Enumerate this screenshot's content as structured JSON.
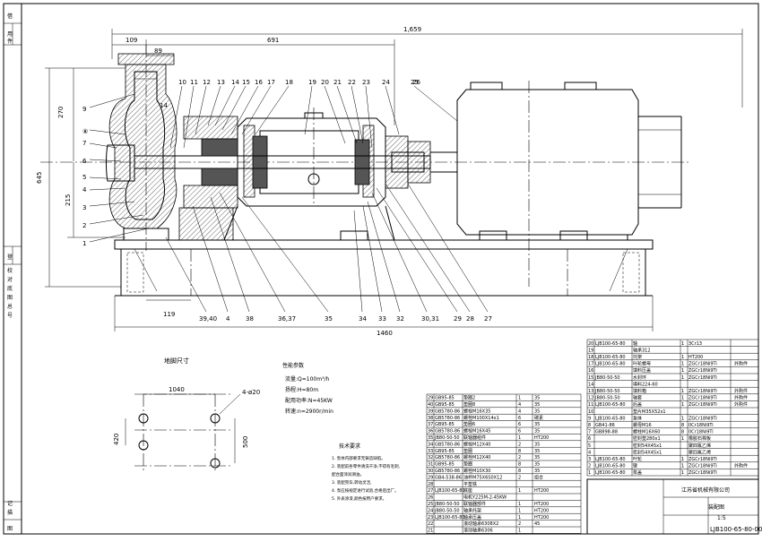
{
  "dimensions": {
    "overall_length": "1,659",
    "d109": "109",
    "d691": "691",
    "d89": "89",
    "d14": "14",
    "d270": "270",
    "d645": "645",
    "d215": "215",
    "d119": "119",
    "d1460": "1460",
    "found_1040": "1040",
    "found_420": "420",
    "found_500": "500",
    "found_holes": "4-ø20"
  },
  "callouts_top": [
    "10",
    "11",
    "12",
    "13",
    "14",
    "15",
    "16",
    "17",
    "18",
    "19",
    "20",
    "21",
    "22",
    "23",
    "24",
    "25",
    "26"
  ],
  "callouts_left": [
    "9",
    "⑧",
    "7",
    "6",
    "5",
    "4",
    "3",
    "2",
    "1"
  ],
  "callouts_bottom": [
    "39,40",
    "4",
    "38",
    "36,37",
    "35",
    "34",
    "33",
    "32",
    "30,31",
    "29",
    "28",
    "27"
  ],
  "titles": {
    "foundation": "地脚尺寸",
    "performance": "性能参数",
    "tech": "技术要求"
  },
  "performance": [
    "流量:Q=100m³/h",
    "扬程:H=80m",
    "配用功率:N=45KW",
    "转速:n=2900r/min"
  ],
  "tech_notes": [
    "1. 泵体内部要求无铸造缺陷。",
    "2. 装配前各零件清洗干净,不得有毛刺,",
    "   配合面涂润滑油。",
    "3. 装配完毕,转动灵活,",
    "4. 泵应按规定进行试验,合格后出厂。",
    "5. 外表涂漆,颜色按用户要求。"
  ],
  "bom_left": [
    {
      "no": "29",
      "code": "GB95-85",
      "name": "垫圈2",
      "qty": "1",
      "mat": "35"
    },
    {
      "no": "40",
      "code": "GB95-85",
      "name": "垫圈8",
      "qty": "4",
      "mat": "35"
    },
    {
      "no": "39",
      "code": "GB5780-86",
      "name": "螺栓M16X35",
      "qty": "4",
      "mat": "35"
    },
    {
      "no": "38",
      "code": "GB5780-86",
      "name": "螺栓M100X14x1",
      "qty": "6",
      "mat": "碳素"
    },
    {
      "no": "37",
      "code": "GB95-85",
      "name": "垫圈6",
      "qty": "6",
      "mat": "35"
    },
    {
      "no": "36",
      "code": "GB5780-86",
      "name": "螺栓M16X45",
      "qty": "6",
      "mat": "35"
    },
    {
      "no": "35",
      "code": "JB80-50-50",
      "name": "联轴器组件",
      "qty": "1",
      "mat": "HT200"
    },
    {
      "no": "34",
      "code": "GB5780-86",
      "name": "螺栓M12X40",
      "qty": "2",
      "mat": "35"
    },
    {
      "no": "33",
      "code": "GB95-85",
      "name": "垫圈",
      "qty": "8",
      "mat": "35"
    },
    {
      "no": "32",
      "code": "GB5780-86",
      "name": "螺栓M12X40",
      "qty": "2",
      "mat": "35"
    },
    {
      "no": "31",
      "code": "GB95-85",
      "name": "垫圈",
      "qty": "8",
      "mat": "35"
    },
    {
      "no": "30",
      "code": "GB5780-86",
      "name": "螺栓M10X30",
      "qty": "8",
      "mat": "35"
    },
    {
      "no": "29",
      "code": "GB4-538-86",
      "name": "油杯M75X6S0X12",
      "qty": "2",
      "mat": "组合"
    },
    {
      "no": "28",
      "code": "",
      "name": "平垫铁",
      "qty": "",
      "mat": ""
    },
    {
      "no": "27",
      "code": "LJB100-65-80",
      "name": "底座",
      "qty": "1",
      "mat": "HT200"
    },
    {
      "no": "26",
      "code": "",
      "name": "电机Y225M-2-45KW",
      "qty": "",
      "mat": ""
    },
    {
      "no": "25",
      "code": "JB80-50-50",
      "name": "联轴器部件",
      "qty": "1",
      "mat": "HT200"
    },
    {
      "no": "24",
      "code": "JB80-50-50",
      "name": "轴承托架",
      "qty": "1",
      "mat": "HT200"
    },
    {
      "no": "23",
      "code": "LJB100-65-80",
      "name": "轴承压盖",
      "qty": "1",
      "mat": "HT200"
    },
    {
      "no": "22",
      "code": "",
      "name": "滚动轴承6308X2",
      "qty": "2",
      "mat": "45"
    },
    {
      "no": "21",
      "code": "",
      "name": "滚动轴承6306",
      "qty": "1",
      "mat": ""
    }
  ],
  "bom_right": [
    {
      "no": "20",
      "code": "LJB100-65-80",
      "name": "轴",
      "qty": "1",
      "mat": "3Cr13",
      "note": ""
    },
    {
      "no": "19",
      "code": "",
      "name": "轴承312",
      "qty": "",
      "mat": "",
      "note": ""
    },
    {
      "no": "18",
      "code": "LJB100-65-80",
      "name": "托架",
      "qty": "1",
      "mat": "HT200",
      "note": ""
    },
    {
      "no": "17",
      "code": "LJB100-65-80",
      "name": "叶轮螺母",
      "qty": "1",
      "mat": "ZGCr18Ni9Ti",
      "note": "外购件"
    },
    {
      "no": "16",
      "code": "",
      "name": "填料压盖",
      "qty": "1",
      "mat": "ZGCr18Ni9Ti",
      "note": ""
    },
    {
      "no": "15",
      "code": "JB80-50-50",
      "name": "水封环",
      "qty": "1",
      "mat": "ZGCr18Ni9Ti",
      "note": ""
    },
    {
      "no": "14",
      "code": "",
      "name": "填料224-60",
      "qty": "",
      "mat": "",
      "note": ""
    },
    {
      "no": "13",
      "code": "JB80-50-50",
      "name": "填料箱",
      "qty": "1",
      "mat": "ZGCr18Ni9Ti",
      "note": "外购件"
    },
    {
      "no": "12",
      "code": "JB80-50-50",
      "name": "轴套",
      "qty": "1",
      "mat": "ZGCr18Ni9Ti",
      "note": "外购件"
    },
    {
      "no": "11",
      "code": "LJB100-65-80",
      "name": "后盖",
      "qty": "1",
      "mat": "ZGCr18Ni9Ti",
      "note": "外购件"
    },
    {
      "no": "10",
      "code": "",
      "name": "垫片M35X52x1",
      "qty": "",
      "mat": "",
      "note": ""
    },
    {
      "no": "9",
      "code": "LJB100-65-80",
      "name": "泵体",
      "qty": "1",
      "mat": "ZGCr18Ni9Ti",
      "note": ""
    },
    {
      "no": "8",
      "code": "GB41-86",
      "name": "螺母M16",
      "qty": "8",
      "mat": "0Cr18Ni9Ti",
      "note": ""
    },
    {
      "no": "7",
      "code": "GB898-88",
      "name": "螺柱M16X60",
      "qty": "8",
      "mat": "0Cr18Ni9Ti",
      "note": ""
    },
    {
      "no": "6",
      "code": "",
      "name": "密封垫280x1",
      "qty": "1",
      "mat": "橡胶石棉板",
      "note": ""
    },
    {
      "no": "5",
      "code": "",
      "name": "密封54X45x1",
      "qty": "",
      "mat": "聚四氟乙烯",
      "note": ""
    },
    {
      "no": "4",
      "code": "",
      "name": "密封54X45x1",
      "qty": "",
      "mat": "聚四氟乙烯",
      "note": ""
    },
    {
      "no": "3",
      "code": "LJB100-65-80",
      "name": "叶轮",
      "qty": "1",
      "mat": "ZGCr18Ni9Ti",
      "note": ""
    },
    {
      "no": "2",
      "code": "LJB100-65-80",
      "name": "键",
      "qty": "1",
      "mat": "ZGCr18Ni9Ti",
      "note": "外购件"
    },
    {
      "no": "1",
      "code": "LJB100-65-80",
      "name": "泵盖",
      "qty": "1",
      "mat": "ZGCr18Ni9Ti",
      "note": ""
    }
  ],
  "title_block": {
    "company": "江苏省机械有限公司",
    "drawing_name": "装配图",
    "scale": "1:5",
    "drawing_no": "LJB100-65-80-00"
  },
  "left_strip": [
    "借",
    "用",
    "件",
    "登",
    "记",
    "描",
    "图",
    "校",
    "对",
    "底",
    "图",
    "总",
    "号"
  ]
}
